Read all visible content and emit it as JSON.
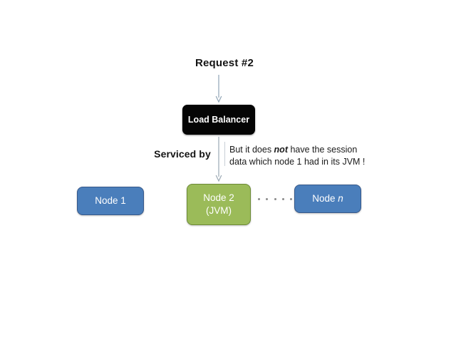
{
  "diagram": {
    "title_label": "Request #2",
    "serviced_label": "Serviced by",
    "load_balancer_label": "Load Balancer",
    "note": {
      "line1_pre": "But it does ",
      "line1_emphasis": "not",
      "line1_post": " have the session",
      "line2": "data which node 1 had in its JVM !"
    },
    "nodes": [
      {
        "label": "Node 1",
        "color": "#4a7ebb",
        "border": "#36588a",
        "text_color": "#ffffff"
      },
      {
        "label_line1": "Node 2",
        "label_line2": "(JVM)",
        "color": "#9bbb59",
        "border": "#6c8a36",
        "text_color": "#ffffff"
      },
      {
        "label_pre": "Node ",
        "label_italic": "n",
        "color": "#4a7ebb",
        "border": "#36588a",
        "text_color": "#ffffff"
      }
    ],
    "ellipsis_dot_count": 5,
    "arrow_color": "#8fa4b5",
    "background_color": "#ffffff"
  }
}
